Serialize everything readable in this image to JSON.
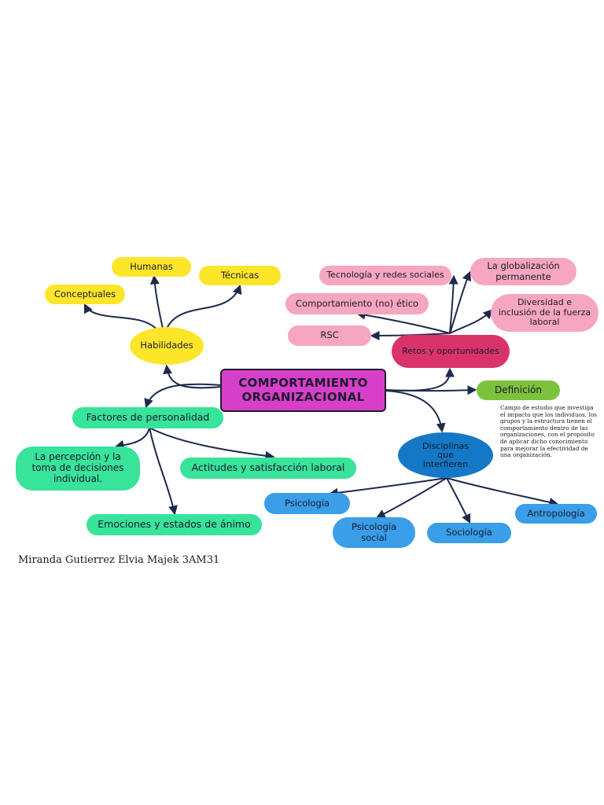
{
  "central": {
    "line1": "COMPORTAMIENTO",
    "line2": "ORGANIZACIONAL"
  },
  "habilidades": {
    "label": "Habilidades",
    "children": {
      "humanas": "Humanas",
      "tecnicas": "Técnicas",
      "conceptuales": "Conceptuales"
    }
  },
  "retos": {
    "label": "Retos y oportunidades",
    "children": {
      "tecnologia": "Tecnología y redes sociales",
      "globalizacion_l1": "La globalización",
      "globalizacion_l2": "permanente",
      "etico": "Comportamiento (no) ético",
      "diversidad_l1": "Diversidad e",
      "diversidad_l2": "inclusión de la fuerza",
      "diversidad_l3": "laboral",
      "rsc": "RSC"
    }
  },
  "definicion": {
    "label": "Definición",
    "text": "Campo de estudio que investiga el impacto que los individuos, los grupos y la estructura tienen el comportamiento dentro de las organizaciones, con el propósito de aplicar dicho conocimiento para mejorar la efectividad de una organización."
  },
  "factores": {
    "label": "Factores de personalidad",
    "children": {
      "percepcion_l1": "La percepción y la",
      "percepcion_l2": "toma de decisiones",
      "percepcion_l3": "individual.",
      "actitudes": "Actitudes y satisfacción laboral",
      "emociones": "Emociones y estados de ánimo"
    }
  },
  "disciplinas": {
    "label_l1": "Disciplinas",
    "label_l2": "que",
    "label_l3": "interfieren",
    "children": {
      "psicologia": "Psicología",
      "psicologia_social_l1": "Psicología",
      "psicologia_social_l2": "social",
      "sociologia": "Sociología",
      "antropologia": "Antropología"
    }
  },
  "author": "Miranda Gutierrez Elvia Majek 3AM31",
  "colors": {
    "yellow": "#fde52a",
    "pink": "#f6a6bf",
    "magenta": "#d83fc9",
    "crimson": "#d9336a",
    "green": "#38e39a",
    "lime": "#7dc23c",
    "blue": "#3a9ee8",
    "darkblue": "#1478c7",
    "connector": "#1e2a4a"
  }
}
